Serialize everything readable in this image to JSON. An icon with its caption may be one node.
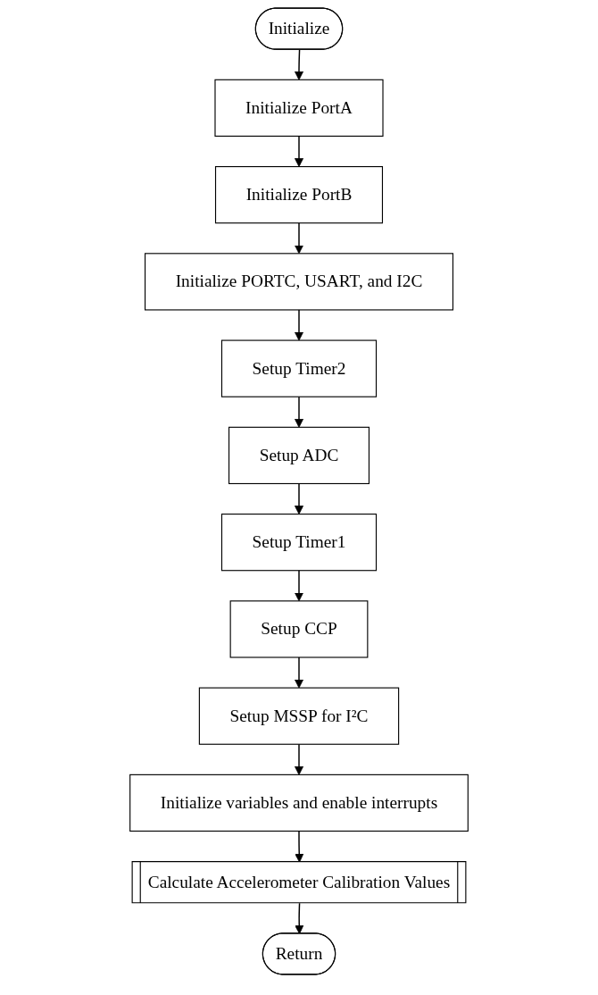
{
  "diagram": {
    "nodes": [
      {
        "text": [
          "Initialize"
        ]
      },
      {
        "text": [
          "Initialize PortA"
        ]
      },
      {
        "text": [
          "Initialize PortB"
        ]
      },
      {
        "text": [
          "Initialize PORTC, USART, and I2C"
        ]
      },
      {
        "text": [
          "Setup Timer2"
        ]
      },
      {
        "text": [
          "Setup ADC"
        ]
      },
      {
        "text": [
          "Setup Timer1"
        ]
      },
      {
        "text": [
          "Setup CCP"
        ]
      },
      {
        "text": [
          "Setup MSSP for I²C"
        ]
      },
      {
        "text": [
          "Initialize variables and enable interrupts"
        ]
      },
      {
        "text": [
          "Calculate Accelerometer Calibration Values"
        ]
      },
      {
        "text": [
          "Return"
        ]
      }
    ],
    "edges": [
      {
        "from": 0,
        "to": 1,
        "arrow": "to"
      },
      {
        "from": 1,
        "to": 2,
        "arrow": "to"
      },
      {
        "from": 2,
        "to": 3,
        "arrow": "to"
      },
      {
        "from": 3,
        "to": 4,
        "arrow": "to"
      },
      {
        "from": 4,
        "to": 5,
        "arrow": "to"
      },
      {
        "from": 5,
        "to": 6,
        "arrow": "to"
      },
      {
        "from": 6,
        "to": 7,
        "arrow": "to"
      },
      {
        "from": 7,
        "to": 8,
        "arrow": "to"
      },
      {
        "from": 8,
        "to": 9,
        "arrow": "to"
      },
      {
        "from": 9,
        "to": 10,
        "arrow": "to"
      },
      {
        "from": 10,
        "to": 11,
        "arrow": "to"
      }
    ]
  }
}
